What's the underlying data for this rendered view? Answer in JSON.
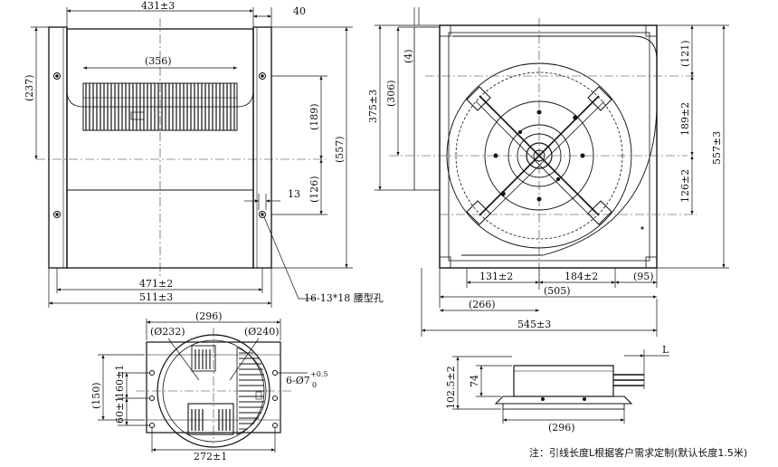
{
  "dims": {
    "d431": "431±3",
    "d40": "40",
    "d356": "(356)",
    "d237": "(237)",
    "d189": "(189)",
    "d126": "(126)",
    "d557": "(557)",
    "d13": "13",
    "d471": "471±2",
    "d511": "511±3",
    "slot": "16-13*18 腰型孔",
    "d4": "(4)",
    "d306": "(306)",
    "d375": "375±3",
    "d121": "(121)",
    "d189b": "189±2",
    "d557b": "557±3",
    "d126b": "126±2",
    "d131": "131±2",
    "d184": "184±2",
    "d95": "(95)",
    "d505": "(505)",
    "d266": "(266)",
    "d545": "545±3",
    "d296": "(296)",
    "d232": "(Ø232)",
    "d240": "(Ø240)",
    "d150": "(150)",
    "d160": "160±1",
    "d60": "60±1",
    "hole": "6-Ø7",
    "tol_up": "+0.5",
    "tol_dn": "0",
    "d272": "272±1",
    "d102": "102.5±2",
    "d74": "74",
    "dL": "L",
    "d296b": "(296)"
  },
  "note": "注：引线长度L根据客户需求定制(默认长度1.5米)"
}
